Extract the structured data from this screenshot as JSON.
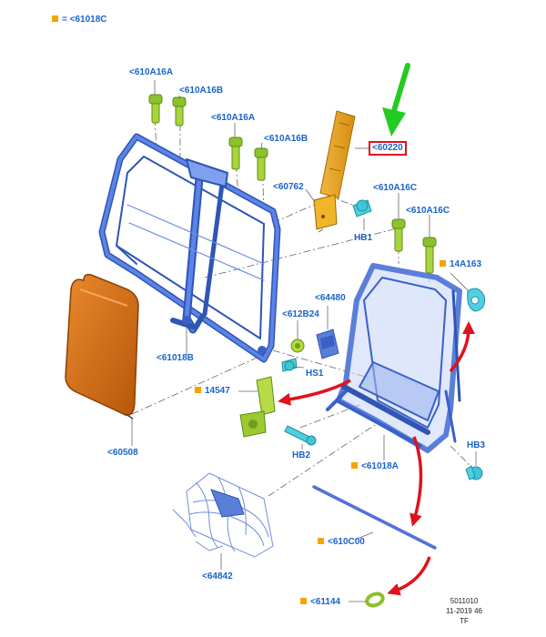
{
  "legend": {
    "text": "= <61018C",
    "color": "#f5a400"
  },
  "labels": [
    {
      "id": "610A16A-a",
      "text": "<610A16A",
      "marked": false,
      "boxed": false
    },
    {
      "id": "610A16B-a",
      "text": "<610A16B",
      "marked": false,
      "boxed": false
    },
    {
      "id": "610A16A-b",
      "text": "<610A16A",
      "marked": false,
      "boxed": false
    },
    {
      "id": "610A16B-b",
      "text": "<610A16B",
      "marked": false,
      "boxed": false
    },
    {
      "id": "60220",
      "text": "<60220",
      "marked": false,
      "boxed": true
    },
    {
      "id": "60762",
      "text": "<60762",
      "marked": false,
      "boxed": false
    },
    {
      "id": "610A16C-a",
      "text": "<610A16C",
      "marked": false,
      "boxed": false
    },
    {
      "id": "610A16C-b",
      "text": "<610A16C",
      "marked": false,
      "boxed": false
    },
    {
      "id": "HB1",
      "text": "HB1",
      "marked": false,
      "boxed": false
    },
    {
      "id": "14A163",
      "text": "14A163",
      "marked": true,
      "boxed": false
    },
    {
      "id": "64480",
      "text": "<64480",
      "marked": false,
      "boxed": false
    },
    {
      "id": "612B24",
      "text": "<612B24",
      "marked": false,
      "boxed": false
    },
    {
      "id": "61018B",
      "text": "<61018B",
      "marked": false,
      "boxed": false
    },
    {
      "id": "HS1",
      "text": "HS1",
      "marked": false,
      "boxed": false
    },
    {
      "id": "14547",
      "text": "14547",
      "marked": true,
      "boxed": false
    },
    {
      "id": "60508",
      "text": "<60508",
      "marked": false,
      "boxed": false
    },
    {
      "id": "HB2",
      "text": "HB2",
      "marked": false,
      "boxed": false
    },
    {
      "id": "61018A",
      "text": "<61018A",
      "marked": true,
      "boxed": false
    },
    {
      "id": "HB3",
      "text": "HB3",
      "marked": false,
      "boxed": false
    },
    {
      "id": "610C00",
      "text": "<610C00",
      "marked": true,
      "boxed": false
    },
    {
      "id": "64842",
      "text": "<64842",
      "marked": false,
      "boxed": false
    },
    {
      "id": "61144",
      "text": "<61144",
      "marked": true,
      "boxed": false
    }
  ],
  "footer": {
    "code": "5011010",
    "date": "11-2019 46",
    "initials": "TF"
  },
  "colors": {
    "frame": "#4c74d6",
    "frameDark": "#2f55b5",
    "pad": "#d9731a",
    "green": "#9acd32",
    "cyan": "#3fc6d6",
    "arrowRed": "#e0121b",
    "arrowGreen": "#22cc22",
    "label": "#1a63c8"
  }
}
